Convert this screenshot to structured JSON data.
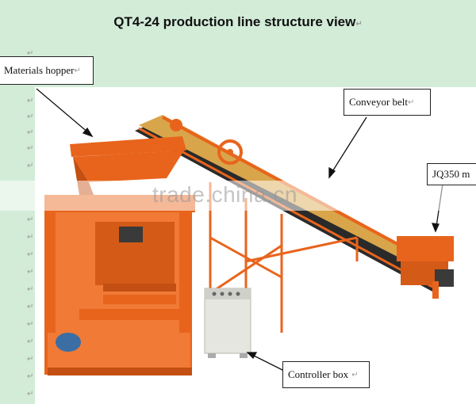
{
  "title": "QT4-24 production line structure view",
  "paragraph_mark": "↵",
  "labels": {
    "hopper": "Materials hopper",
    "conveyor": "Conveyor belt",
    "mixer": "JQ350 m",
    "controller": "Controller box"
  },
  "watermark": "trade.china.cn",
  "colors": {
    "page_background": "#d2ecd8",
    "machine_orange": "#e8641c",
    "controller_box": "#e6e6e0"
  }
}
